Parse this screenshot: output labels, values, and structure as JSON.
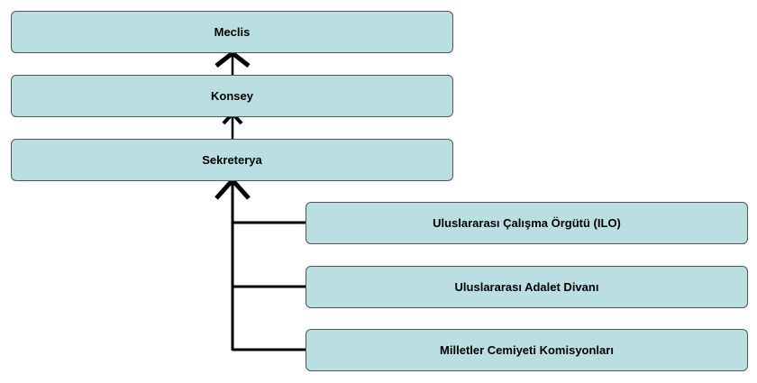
{
  "nodes": {
    "meclis": "Meclis",
    "konsey": "Konsey",
    "sekreterya": "Sekreterya",
    "ilo": "Uluslararası Çalışma Örgütü (ILO)",
    "adalet": "Uluslararası Adalet Divanı",
    "komisyon": "Milletler Cemiyeti Komisyonları"
  },
  "colors": {
    "box_fill": "#b9dfe2",
    "line": "#000000"
  }
}
